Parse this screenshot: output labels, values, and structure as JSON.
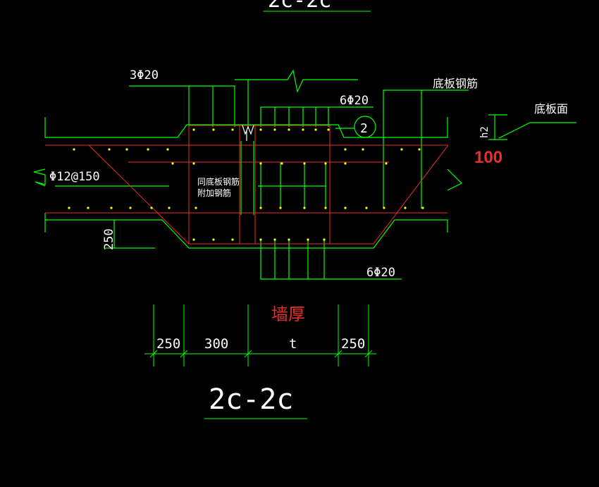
{
  "top_cut_title": "2c-2c",
  "labels": {
    "top_bars": "3Φ20",
    "slab_rebar": "底板钢筋",
    "mid_bars": "6Φ20",
    "circle_mark": "2",
    "slab_face": "底板面",
    "h2": "h2",
    "h2_value": "100",
    "dist_bars": "Φ12@150",
    "inner_note_1": "同底板钢筋",
    "inner_note_2": "附加钢筋",
    "depth": "250",
    "bottom_bars": "6Φ20",
    "wall_thickness": "墙厚"
  },
  "dimensions": [
    "250",
    "300",
    "t",
    "250"
  ],
  "section_title": "2c-2c",
  "colors": {
    "outline": "#00ff00",
    "rebar": "#e8302a",
    "dot": "#ffff00",
    "text": "#ffffff",
    "highlight": "#e8302a"
  }
}
